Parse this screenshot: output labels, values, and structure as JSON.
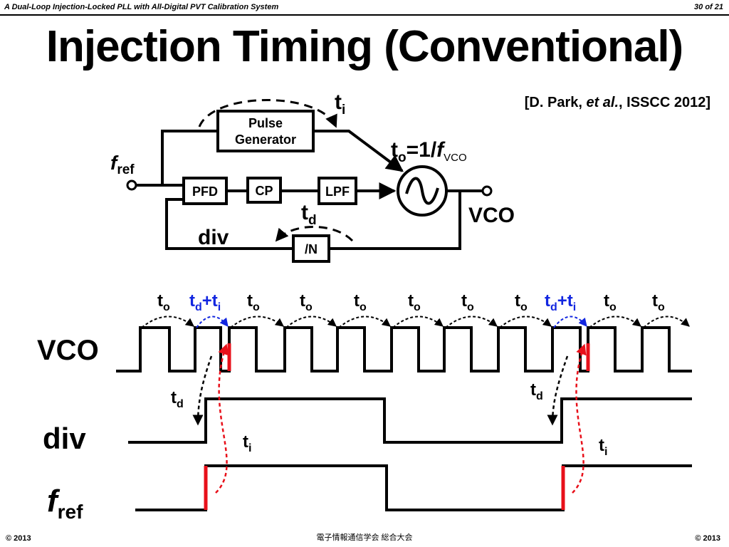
{
  "header": {
    "left_text": "A Dual-Loop Injection-Locked PLL with All-Digital PVT Calibration System",
    "page_indicator": "30 of 21"
  },
  "slide": {
    "title": "Injection Timing (Conventional)",
    "citation": {
      "prefix": "[D. Park, ",
      "italic": "et al.",
      "suffix": ", ISSCC 2012]"
    }
  },
  "block_diagram": {
    "blocks": {
      "pulse_generator_line1": "Pulse",
      "pulse_generator_line2": "Generator",
      "pfd": "PFD",
      "cp": "CP",
      "lpf": "LPF",
      "divider": "/N"
    },
    "labels": {
      "fref_main": "f",
      "fref_sub": "ref",
      "ti_main": "t",
      "ti_sub": "i",
      "td_main": "t",
      "td_sub": "d",
      "to_main": "t",
      "to_sub": "o",
      "to_eq": "=1/",
      "to_f": "f",
      "to_fsub": "VCO",
      "vco": "VCO",
      "div": "div"
    }
  },
  "timing_diagram": {
    "signals": {
      "vco": "VCO",
      "div": "div",
      "fref_main": "f",
      "fref_sub": "ref"
    },
    "top_labels": [
      {
        "main": "t",
        "sub": "o",
        "highlight": false
      },
      {
        "main": "t",
        "sub": "d",
        "plus": "+t",
        "sub2": "i",
        "highlight": true
      },
      {
        "main": "t",
        "sub": "o",
        "highlight": false
      },
      {
        "main": "t",
        "sub": "o",
        "highlight": false
      },
      {
        "main": "t",
        "sub": "o",
        "highlight": false
      },
      {
        "main": "t",
        "sub": "o",
        "highlight": false
      },
      {
        "main": "t",
        "sub": "o",
        "highlight": false
      },
      {
        "main": "t",
        "sub": "o",
        "highlight": false
      },
      {
        "main": "t",
        "sub": "d",
        "plus": "+t",
        "sub2": "i",
        "highlight": true
      },
      {
        "main": "t",
        "sub": "o",
        "highlight": false
      },
      {
        "main": "t",
        "sub": "o",
        "highlight": false
      }
    ],
    "td_labels": [
      {
        "main": "t",
        "sub": "d"
      },
      {
        "main": "t",
        "sub": "d"
      }
    ],
    "ti_labels": [
      {
        "main": "t",
        "sub": "i"
      },
      {
        "main": "t",
        "sub": "i"
      }
    ]
  },
  "footer": {
    "left": "© 2013",
    "center": "電子情報通信学会 総合大会",
    "right": "© 2013"
  },
  "colors": {
    "injection": "#e8101a",
    "highlight_label": "#1226e0",
    "ink": "#000000"
  }
}
